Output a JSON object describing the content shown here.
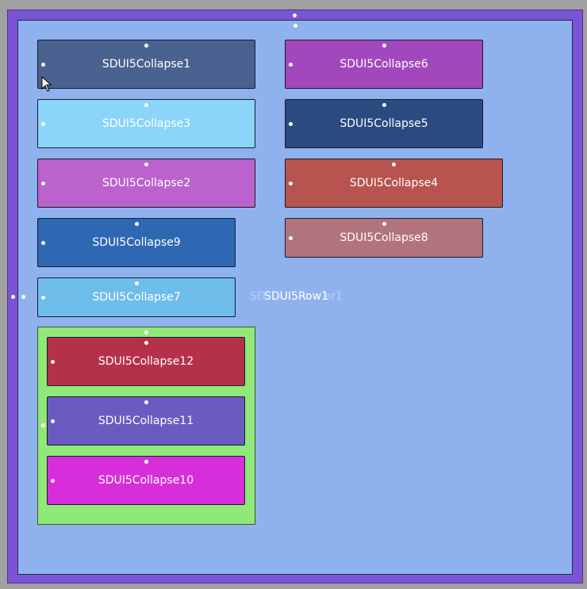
{
  "container": {
    "row_label": "SDUI5Row1",
    "ghost_label_prefix": "SD",
    "ghost_label_suffix": "er1"
  },
  "collapses": [
    {
      "id": "c1",
      "label": "SDUI5Collapse1",
      "color": "#4a6290"
    },
    {
      "id": "c3",
      "label": "SDUI5Collapse3",
      "color": "#8ad5f9"
    },
    {
      "id": "c2",
      "label": "SDUI5Collapse2",
      "color": "#bb62cc"
    },
    {
      "id": "c9",
      "label": "SDUI5Collapse9",
      "color": "#2e68b2"
    },
    {
      "id": "c7",
      "label": "SDUI5Collapse7",
      "color": "#6ebdea"
    },
    {
      "id": "c6",
      "label": "SDUI5Collapse6",
      "color": "#a347bd"
    },
    {
      "id": "c5",
      "label": "SDUI5Collapse5",
      "color": "#2b4a7f"
    },
    {
      "id": "c4",
      "label": "SDUI5Collapse4",
      "color": "#b7544f"
    },
    {
      "id": "c8",
      "label": "SDUI5Collapse8",
      "color": "#b2747c"
    },
    {
      "id": "c12",
      "label": "SDUI5Collapse12",
      "color": "#b4314a"
    },
    {
      "id": "c11",
      "label": "SDUI5Collapse11",
      "color": "#6a5bc0"
    },
    {
      "id": "c10",
      "label": "SDUI5Collapse10",
      "color": "#d82ed9"
    }
  ]
}
